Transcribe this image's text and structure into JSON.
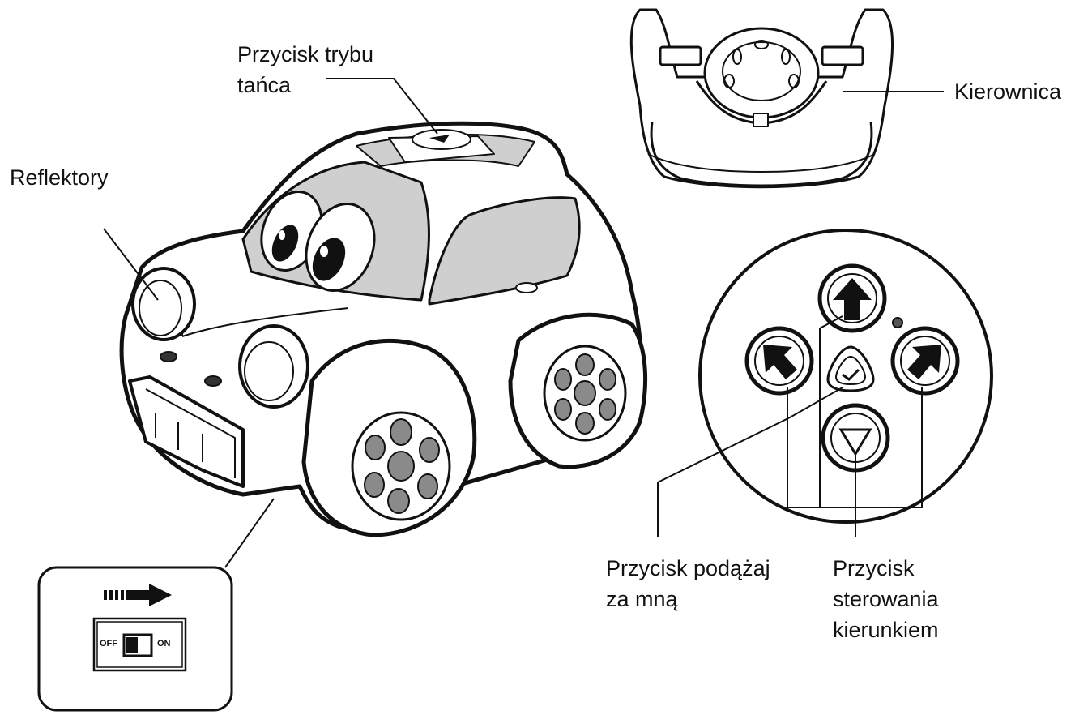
{
  "labels": {
    "dance_button": [
      "Przycisk trybu",
      "tańca"
    ],
    "headlights": "Reflektory",
    "steering_wheel": "Kierownica",
    "follow_button": [
      "Przycisk podążaj",
      "za mną"
    ],
    "direction_buttons": [
      "Przycisk",
      "sterowania",
      "kierunkiem"
    ]
  },
  "switch": {
    "off_label": "OFF",
    "on_label": "ON"
  },
  "icons": {
    "car": "toy-car-icon",
    "steering_wheel": "steering-wheel-icon",
    "remote": "round-remote-icon",
    "power_arrow": "arrow-right-icon",
    "power_switch": "power-switch-icon"
  },
  "colors": {
    "line": "#111111",
    "fill_gray": "#cfcfcf",
    "dark": "#222222",
    "background": "#ffffff"
  }
}
